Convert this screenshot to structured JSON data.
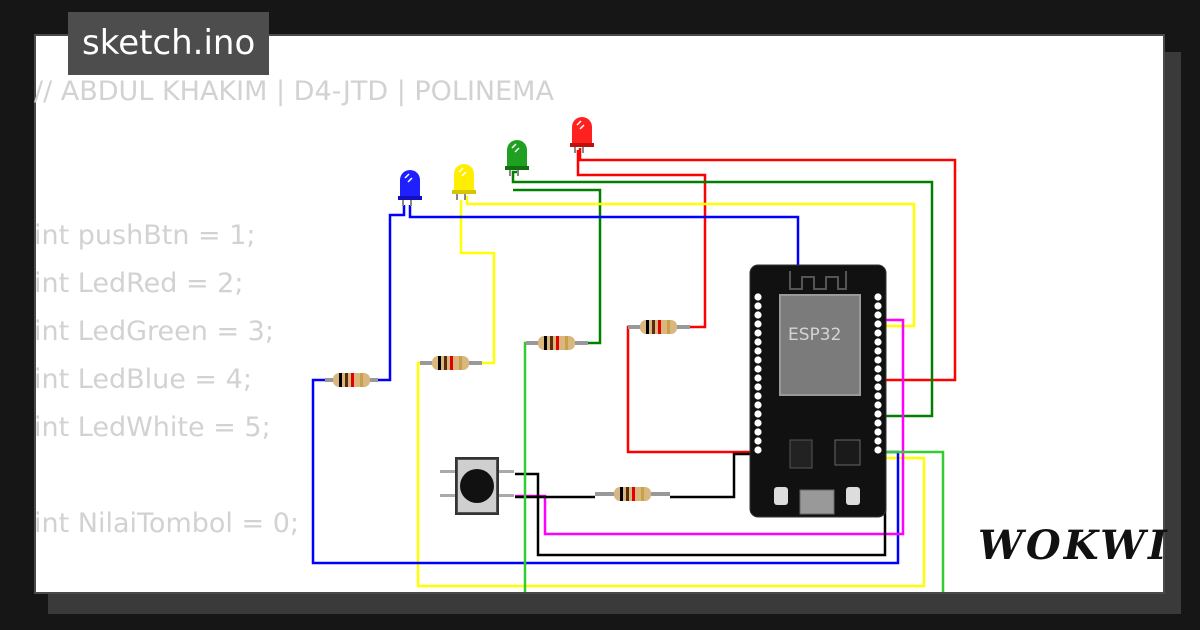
{
  "file_tab": {
    "label": "sketch.ino"
  },
  "code_lines": [
    "// ABDUL KHAKIM | D4-JTD | POLINEMA",
    "",
    "",
    "int pushBtn = 1;",
    "int LedRed = 2;",
    "int LedGreen = 3;",
    "int LedBlue = 4;",
    "int LedWhite = 5;",
    "",
    "int NilaiTombol = 0;"
  ],
  "board": {
    "label": "ESP32"
  },
  "logo": {
    "text": "WOKWI"
  },
  "colors": {
    "wire_red": "#ff0000",
    "wire_green": "#008000",
    "wire_blue": "#0000ff",
    "wire_yellow": "#ffff00",
    "wire_magenta": "#ff00ff",
    "wire_black": "#000000",
    "wire_lime": "#32cd32",
    "led_red": "#ff2020",
    "led_green": "#20a020",
    "led_blue": "#2020ff",
    "led_yellow": "#ffee00"
  }
}
